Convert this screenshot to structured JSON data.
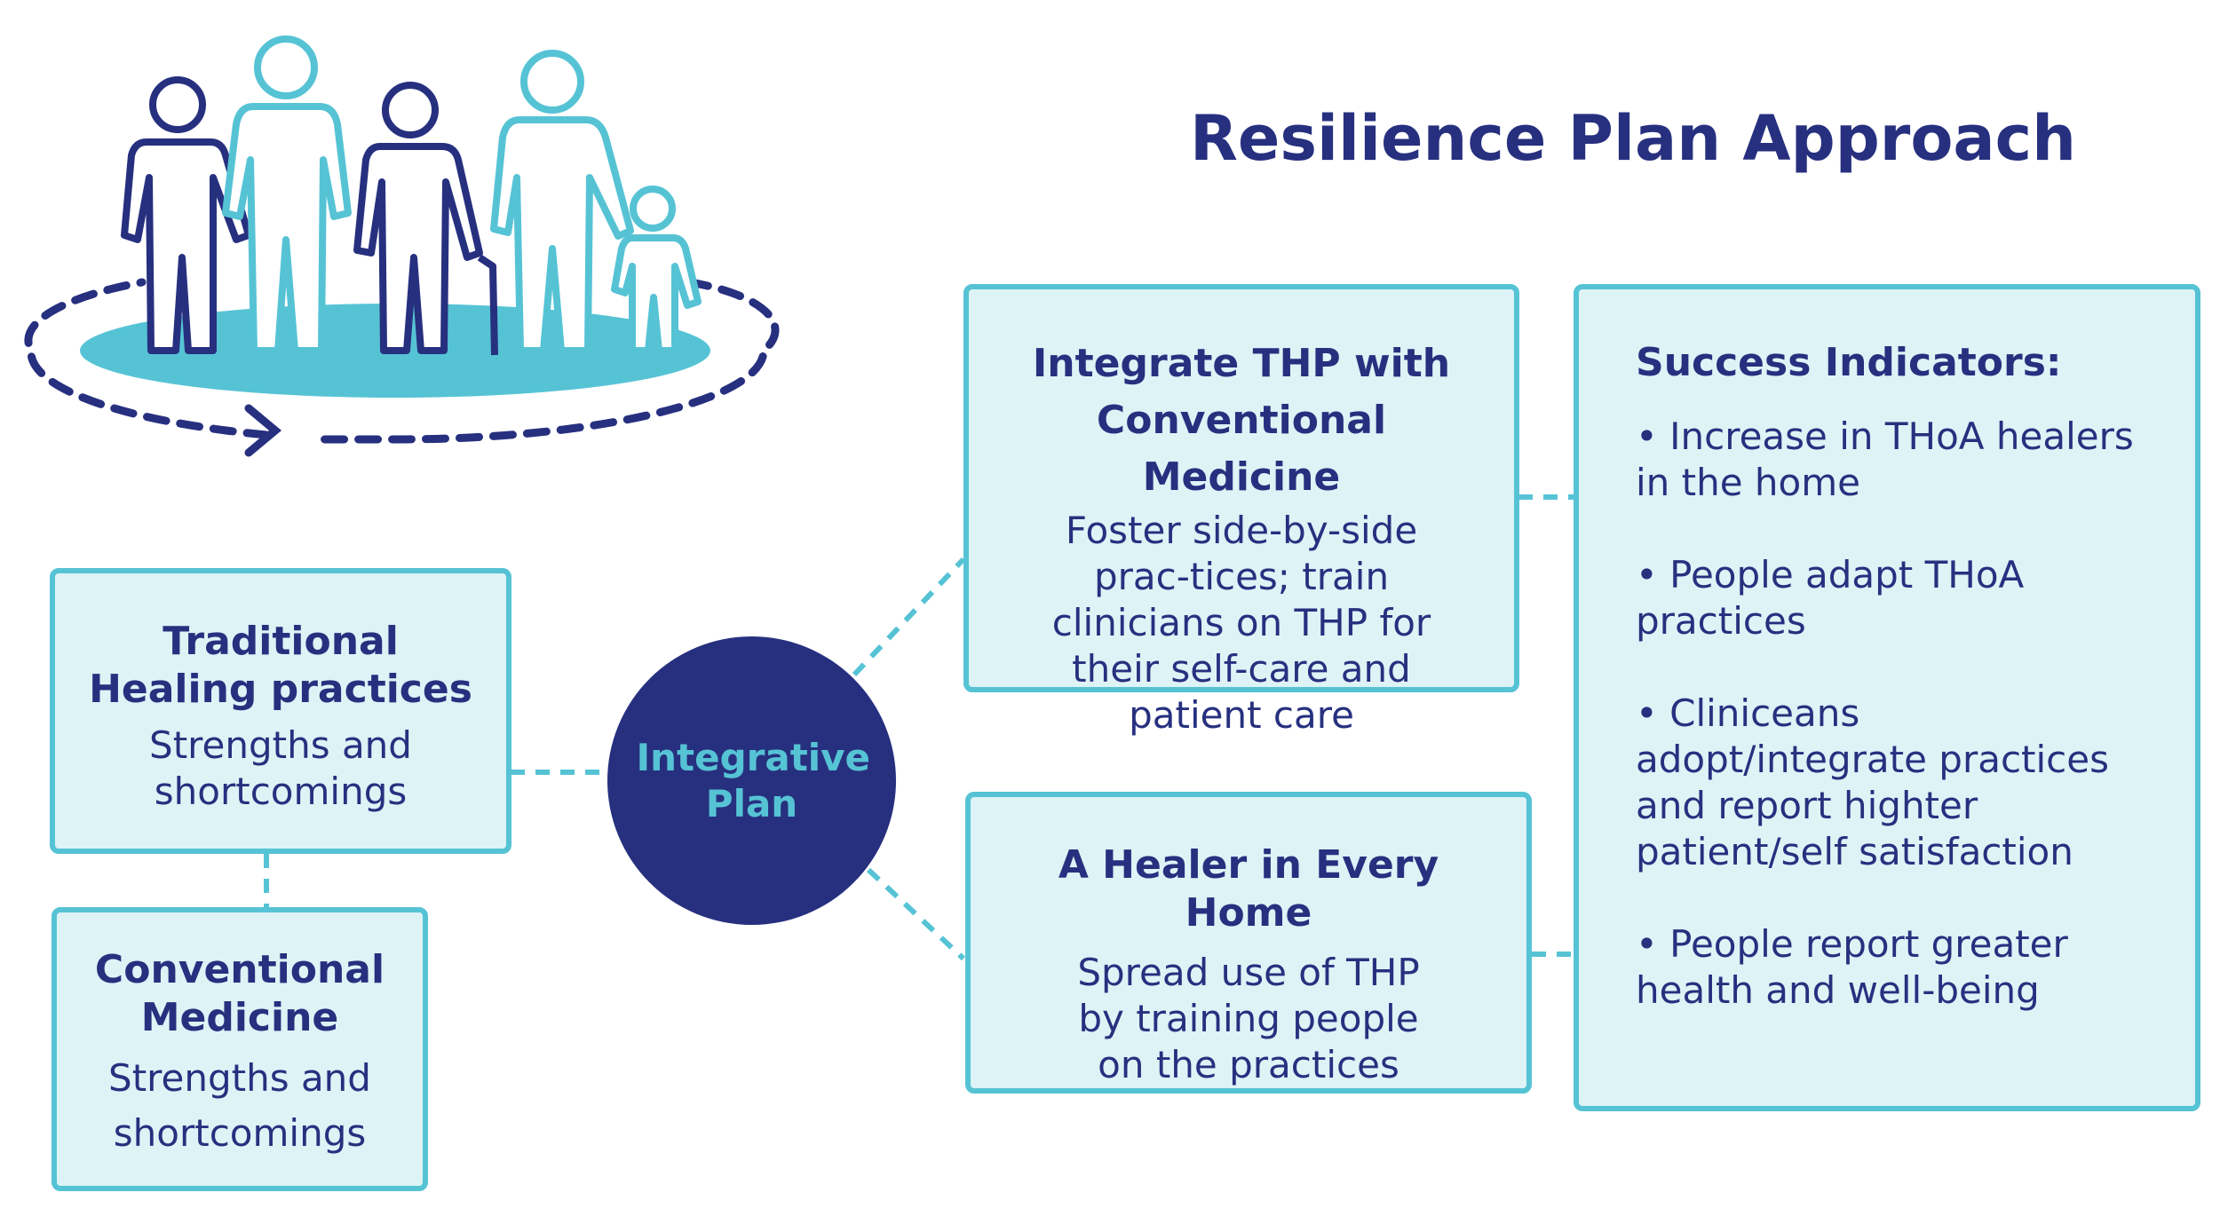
{
  "title": "Resilience Plan Approach",
  "colors": {
    "navy": "#27307f",
    "teal": "#56c3d5",
    "box_fill": "#ddf3f6"
  },
  "illustration": {
    "icon": "family-group-cycle-icon"
  },
  "traditional": {
    "heading": "Traditional Healing practices",
    "body": "Strengths and shortcomings"
  },
  "conventional": {
    "heading": "Conventional Medicine",
    "body": "Strengths and shortcomings"
  },
  "center": {
    "label": "Integrative Plan"
  },
  "integrate": {
    "heading": "Integrate THP with Conventional Medicine",
    "body": "Foster side-by-side prac-tices; train clinicians on THP for their self-care and patient care"
  },
  "healer": {
    "heading": "A Healer in Every Home",
    "body": "Spread use of THP by training people on the practices"
  },
  "indicators": {
    "heading": "Success Indicators:",
    "items": [
      "• Increase in THoA healers in the home",
      "• People adapt THoA practices",
      "• Cliniceans adopt/integrate practices and report highter patient/self satisfaction",
      "• People report greater health and well-being"
    ]
  }
}
